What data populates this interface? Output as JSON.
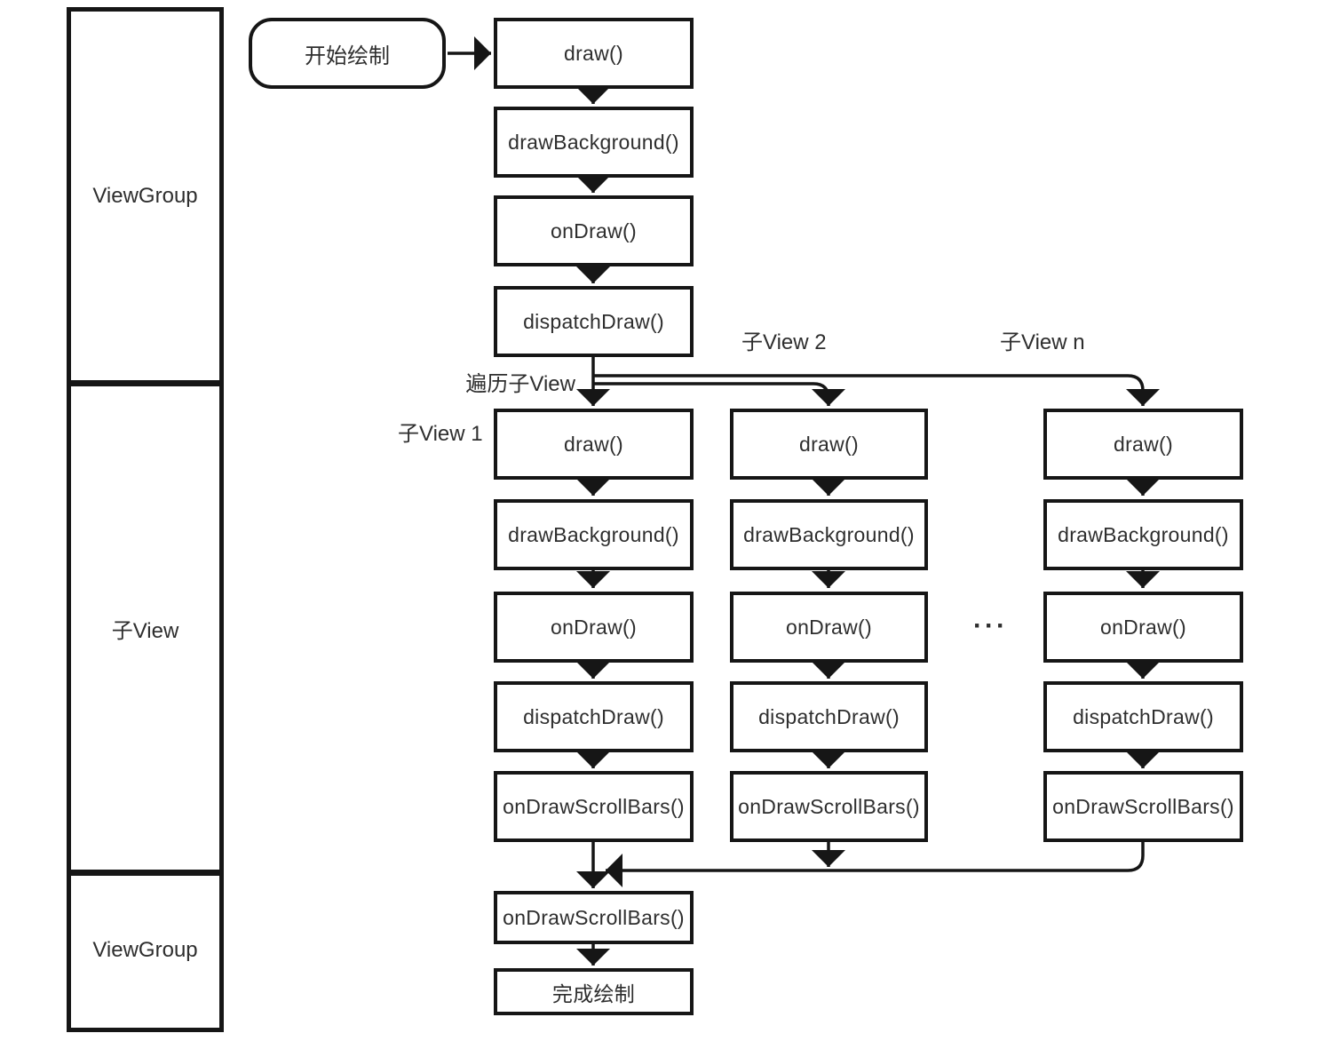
{
  "colors": {
    "line": "#161616",
    "text": "#2e2e2e",
    "background": "#ffffff"
  },
  "sidebar": {
    "sections": [
      {
        "label": "ViewGroup"
      },
      {
        "label": "子View"
      },
      {
        "label": "ViewGroup"
      }
    ]
  },
  "start_node": {
    "label": "开始绘制"
  },
  "main_flow": {
    "steps": [
      "draw()",
      "drawBackground()",
      "onDraw()",
      "dispatchDraw()"
    ]
  },
  "annotations": {
    "traverse_children": "遍历子View",
    "ellipsis": "···"
  },
  "child_columns": [
    {
      "name": "子View 1",
      "steps": [
        "draw()",
        "drawBackground()",
        "onDraw()",
        "dispatchDraw()",
        "onDrawScrollBars()"
      ]
    },
    {
      "name": "子View 2",
      "steps": [
        "draw()",
        "drawBackground()",
        "onDraw()",
        "dispatchDraw()",
        "onDrawScrollBars()"
      ]
    },
    {
      "name": "子View n",
      "steps": [
        "draw()",
        "drawBackground()",
        "onDraw()",
        "dispatchDraw()",
        "onDrawScrollBars()"
      ]
    }
  ],
  "end_flow": {
    "steps": [
      "onDrawScrollBars()",
      "完成绘制"
    ]
  }
}
